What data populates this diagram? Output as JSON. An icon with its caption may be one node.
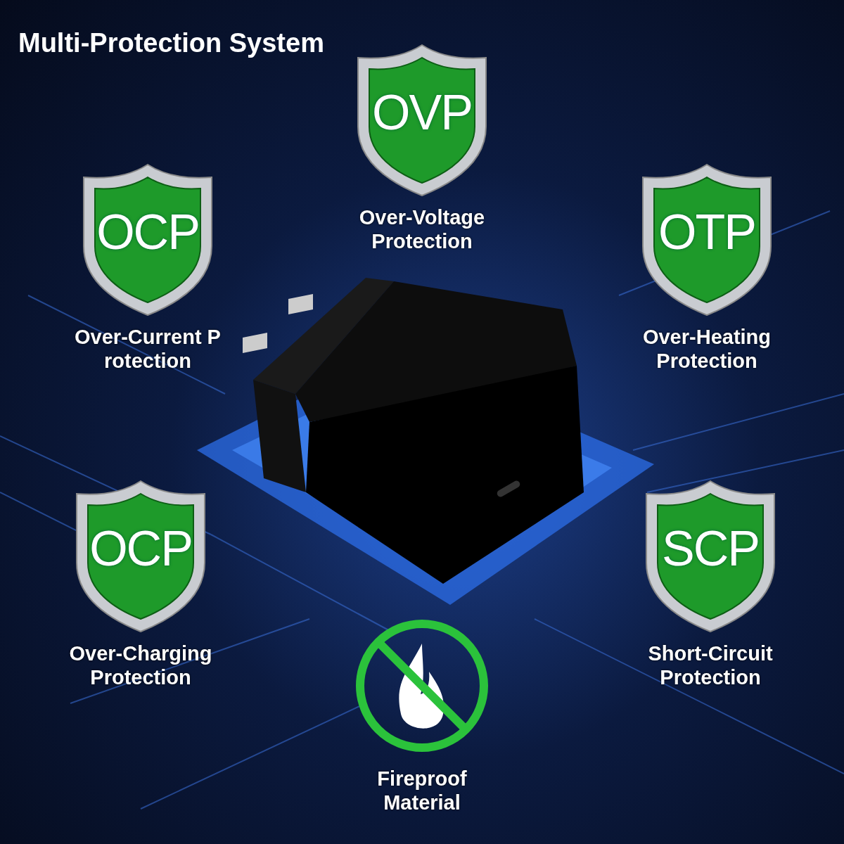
{
  "diagram": {
    "title": "Multi-Protection System",
    "nodes": [
      {
        "text": [
          "OVP"
        ],
        "beside": [
          "Over-Voltage Protection"
        ]
      },
      {
        "text": [
          "OCP"
        ],
        "beside": [
          "Over-Current P rotection"
        ]
      },
      {
        "text": [
          "OTP"
        ],
        "beside": [
          "Over-Heating Protection"
        ]
      },
      {
        "text": [
          "OCP"
        ],
        "beside": [
          "Over-Charging Protection"
        ]
      },
      {
        "text": [
          "SCP"
        ],
        "beside": [
          "Short-Circuit Protection"
        ]
      },
      {
        "text": [],
        "shape": "picture",
        "beside": [
          "Fireproof Material"
        ]
      }
    ]
  }
}
